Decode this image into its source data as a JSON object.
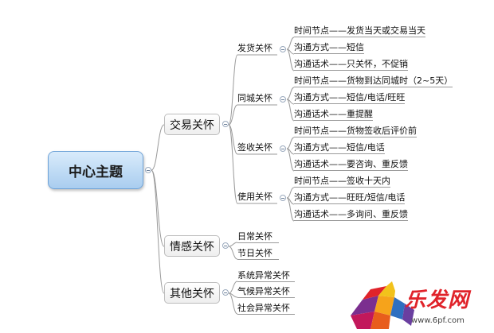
{
  "root": "中心主题",
  "branches": [
    {
      "label": "交易关怀",
      "children": [
        {
          "label": "发货关怀",
          "items": [
            "时间节点——发货当天或交易当天",
            "沟通方式——短信",
            "沟通话术——只关怀，不促销"
          ]
        },
        {
          "label": "同城关怀",
          "items": [
            "时间节点——货物到达同城时（2~5天）",
            "沟通方式——短信/电话/旺旺",
            "沟通话术——重提醒"
          ]
        },
        {
          "label": "签收关怀",
          "items": [
            "时间节点——货物签收后评价前",
            "沟通方式——短信/电话",
            "沟通话术——要咨询、重反馈"
          ]
        },
        {
          "label": "使用关怀",
          "items": [
            "时间节点——签收十天内",
            "沟通方式——旺旺/短信/电话",
            "沟通话术——多询问、重反馈"
          ]
        }
      ]
    },
    {
      "label": "情感关怀",
      "children": [
        {
          "label": "日常关怀",
          "items": []
        },
        {
          "label": "节日关怀",
          "items": []
        }
      ]
    },
    {
      "label": "其他关怀",
      "children": [
        {
          "label": "系统异常关怀",
          "items": []
        },
        {
          "label": "气候异常关怀",
          "items": []
        },
        {
          "label": "社会异常关怀",
          "items": []
        }
      ]
    }
  ],
  "watermark": {
    "logo_text": "乐发网",
    "url": "www.6pf.com",
    "colors": [
      "#e0232a",
      "#f6a31b",
      "#7b2f8f",
      "#2f6fc0"
    ]
  }
}
